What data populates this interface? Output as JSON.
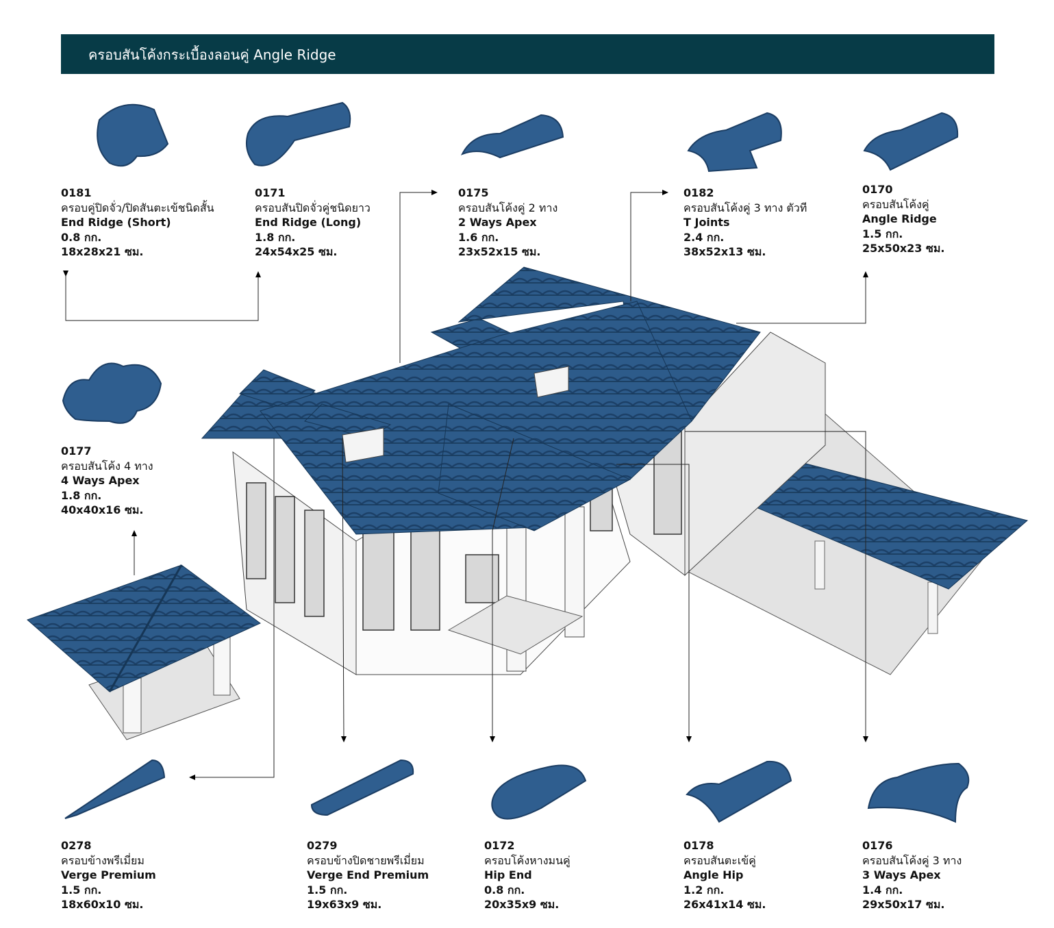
{
  "banner": {
    "title": "ครอบสันโค้งกระเบื้องลอนคู่ Angle Ridge"
  },
  "colors": {
    "banner": "#073b47",
    "tile": "#2d5b8a",
    "tile_dark": "#1e4670",
    "wall": "#ececec"
  },
  "products": [
    {
      "code": "0181",
      "th": "ครอบคู่ปิดจั่ว/ปิดสันตะเข้ชนิดสั้น",
      "en": "End Ridge (Short)",
      "weight": "0.8 กก.",
      "size": "18x28x21 ซม."
    },
    {
      "code": "0171",
      "th": "ครอบสันปิดจั่วคู่ชนิดยาว",
      "en": "End Ridge (Long)",
      "weight": "1.8 กก.",
      "size": "24x54x25 ซม."
    },
    {
      "code": "0175",
      "th": "ครอบสันโค้งคู่ 2 ทาง",
      "en": "2 Ways Apex",
      "weight": "1.6 กก.",
      "size": "23x52x15 ซม."
    },
    {
      "code": "0182",
      "th": "ครอบสันโค้งคู่ 3 ทาง ตัวที",
      "en": "T Joints",
      "weight": "2.4 กก.",
      "size": "38x52x13 ซม."
    },
    {
      "code": "0170",
      "th": "ครอบสันโค้งคู่",
      "en": "Angle Ridge",
      "weight": "1.5 กก.",
      "size": "25x50x23 ซม."
    },
    {
      "code": "0177",
      "th": "ครอบสันโค้ง 4 ทาง",
      "en": "4 Ways Apex",
      "weight": "1.8 กก.",
      "size": "40x40x16 ซม."
    },
    {
      "code": "0278",
      "th": "ครอบข้างพรีเมี่ยม",
      "en": "Verge Premium",
      "weight": "1.5 กก.",
      "size": "18x60x10 ซม."
    },
    {
      "code": "0279",
      "th": "ครอบข้างปิดชายพรีเมี่ยม",
      "en": "Verge End Premium",
      "weight": "1.5 กก.",
      "size": "19x63x9 ซม."
    },
    {
      "code": "0172",
      "th": "ครอบโค้งหางมนคู่",
      "en": "Hip End",
      "weight": "0.8 กก.",
      "size": "20x35x9 ซม."
    },
    {
      "code": "0178",
      "th": "ครอบสันตะเข้คู่",
      "en": "Angle Hip",
      "weight": "1.2 กก.",
      "size": "26x41x14 ซม."
    },
    {
      "code": "0176",
      "th": "ครอบสันโค้งคู่ 3 ทาง",
      "en": "3 Ways Apex",
      "weight": "1.4 กก.",
      "size": "29x50x17 ซม."
    }
  ]
}
